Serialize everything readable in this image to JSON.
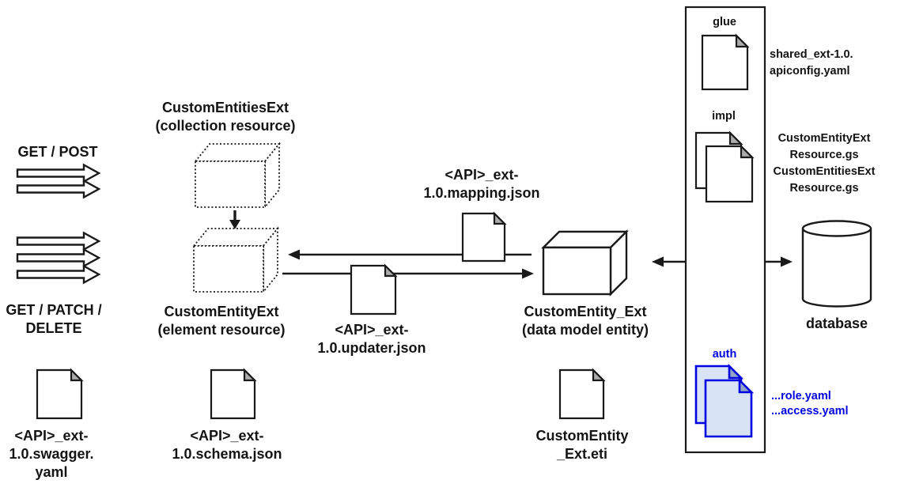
{
  "colors": {
    "line": "#1a1a1a",
    "accent_blue": "#0000E0",
    "auth_doc_fill": "#D8E3F5",
    "fold_gray": "#ABABAB",
    "fold_blue": "#93A5C5"
  },
  "http": {
    "get_post": "GET / POST",
    "get_patch_delete": "GET / PATCH /\nDELETE"
  },
  "resources": {
    "collection": "CustomEntitiesExt\n(collection resource)",
    "element": "CustomEntityExt\n(element resource)",
    "entity": "CustomEntity_Ext\n(data model entity)"
  },
  "files": {
    "mapping": "<API>_ext-\n1.0.mapping.json",
    "updater": "<API>_ext-\n1.0.updater.json",
    "swagger": "<API>_ext-\n1.0.swagger.\nyaml",
    "schema": "<API>_ext-\n1.0.schema.json",
    "eti": "CustomEntity\n_Ext.eti"
  },
  "panel": {
    "glue_label": "glue",
    "glue_files": "shared_ext-1.0.\napiconfig.yaml",
    "impl_label": "impl",
    "impl_files": "CustomEntityExt\nResource.gs\nCustomEntitiesExt\nResource.gs",
    "auth_label": "auth",
    "auth_files": "...role.yaml\n...access.yaml"
  },
  "database_label": "database"
}
